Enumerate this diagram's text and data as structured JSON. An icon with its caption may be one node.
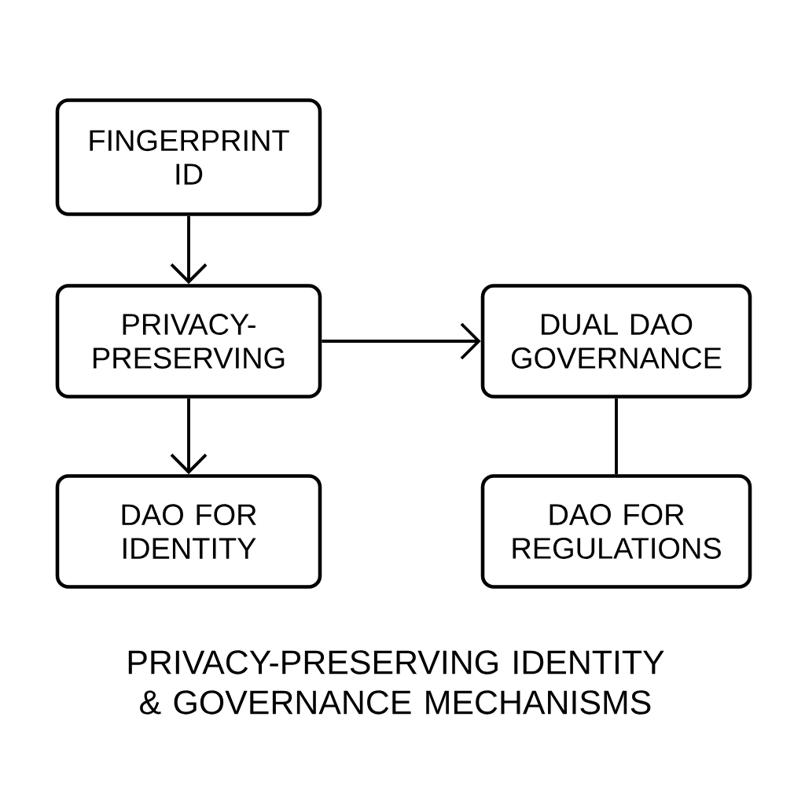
{
  "diagram": {
    "caption": "PRIVACY-PRESERVING IDENTITY & GOVERNANCE MECHANISMS",
    "nodes": [
      {
        "text": [
          "FINGERPRINT ID"
        ]
      },
      {
        "text": [
          "PRIVACY- PRESERVING"
        ]
      },
      {
        "text": [
          "DUAL DAO GOVERNANCE"
        ]
      },
      {
        "text": [
          "DAO FOR IDENTITY"
        ]
      },
      {
        "text": [
          "DAO FOR REGULATIONS"
        ]
      }
    ],
    "edges": [
      {
        "from": 0,
        "to": 1,
        "arrow": "to"
      },
      {
        "from": 1,
        "to": 2,
        "arrow": "to"
      },
      {
        "from": 1,
        "to": 3,
        "arrow": "to"
      },
      {
        "from": 2,
        "to": 4,
        "arrow": "none"
      }
    ]
  }
}
